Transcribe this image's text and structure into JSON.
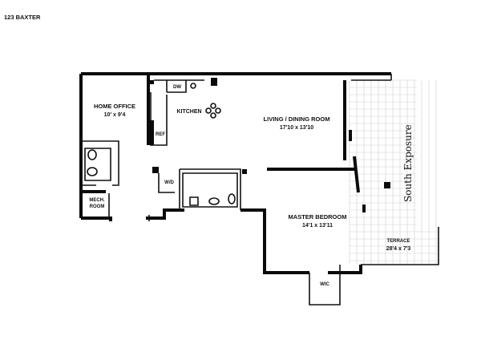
{
  "header": {
    "address": "123 BAXTER"
  },
  "rooms": {
    "home_office": {
      "name": "HOME OFFICE",
      "dims": "10' x 9'4"
    },
    "kitchen": {
      "name": "KITCHEN"
    },
    "dishwasher": {
      "name": "DW"
    },
    "refrigerator": {
      "name": "REF"
    },
    "living_dining": {
      "name": "LIVING / DINING ROOM",
      "dims": "17'10 x 13'10"
    },
    "washer_dryer": {
      "name": "W/D"
    },
    "mech_room": {
      "line1": "MECH.",
      "line2": "ROOM"
    },
    "master_bedroom": {
      "name": "MASTER BEDROOM",
      "dims": "14'1 x 13'11"
    },
    "terrace": {
      "name": "TERRACE",
      "dims": "28'4 x 7'3"
    },
    "wic": {
      "name": "WIC"
    }
  },
  "exposure": {
    "label": "South Exposure"
  }
}
